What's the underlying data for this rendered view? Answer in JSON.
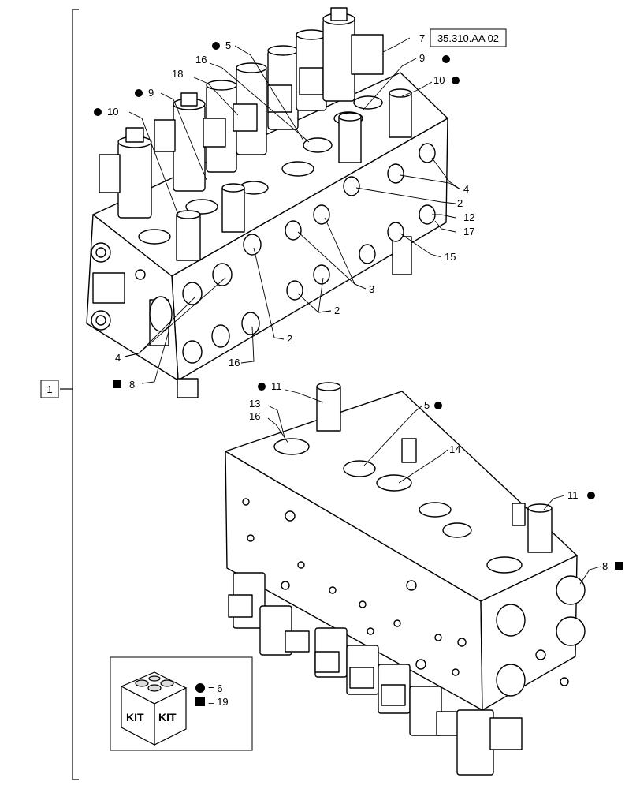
{
  "group_callout": "1",
  "ref_box": "35.310.AA 02",
  "callouts": {
    "c7": "7",
    "c5a": "5",
    "c9a": "9",
    "c10a": "10",
    "c16a": "16",
    "c18": "18",
    "c9b": "9",
    "c10b": "10",
    "c4a": "4",
    "c2a": "2",
    "c12": "12",
    "c17": "17",
    "c15": "15",
    "c3": "3",
    "c2b": "2",
    "c2c": "2",
    "c4b": "4",
    "c16b": "16",
    "c8a": "8",
    "c11a": "11",
    "c13": "13",
    "c16c": "16",
    "c5b": "5",
    "c14": "14",
    "c11b": "11",
    "c8b": "8"
  },
  "kit": {
    "label_left": "KIT",
    "label_right": "KIT",
    "legend_circle": "= 6",
    "legend_square": "= 19"
  }
}
